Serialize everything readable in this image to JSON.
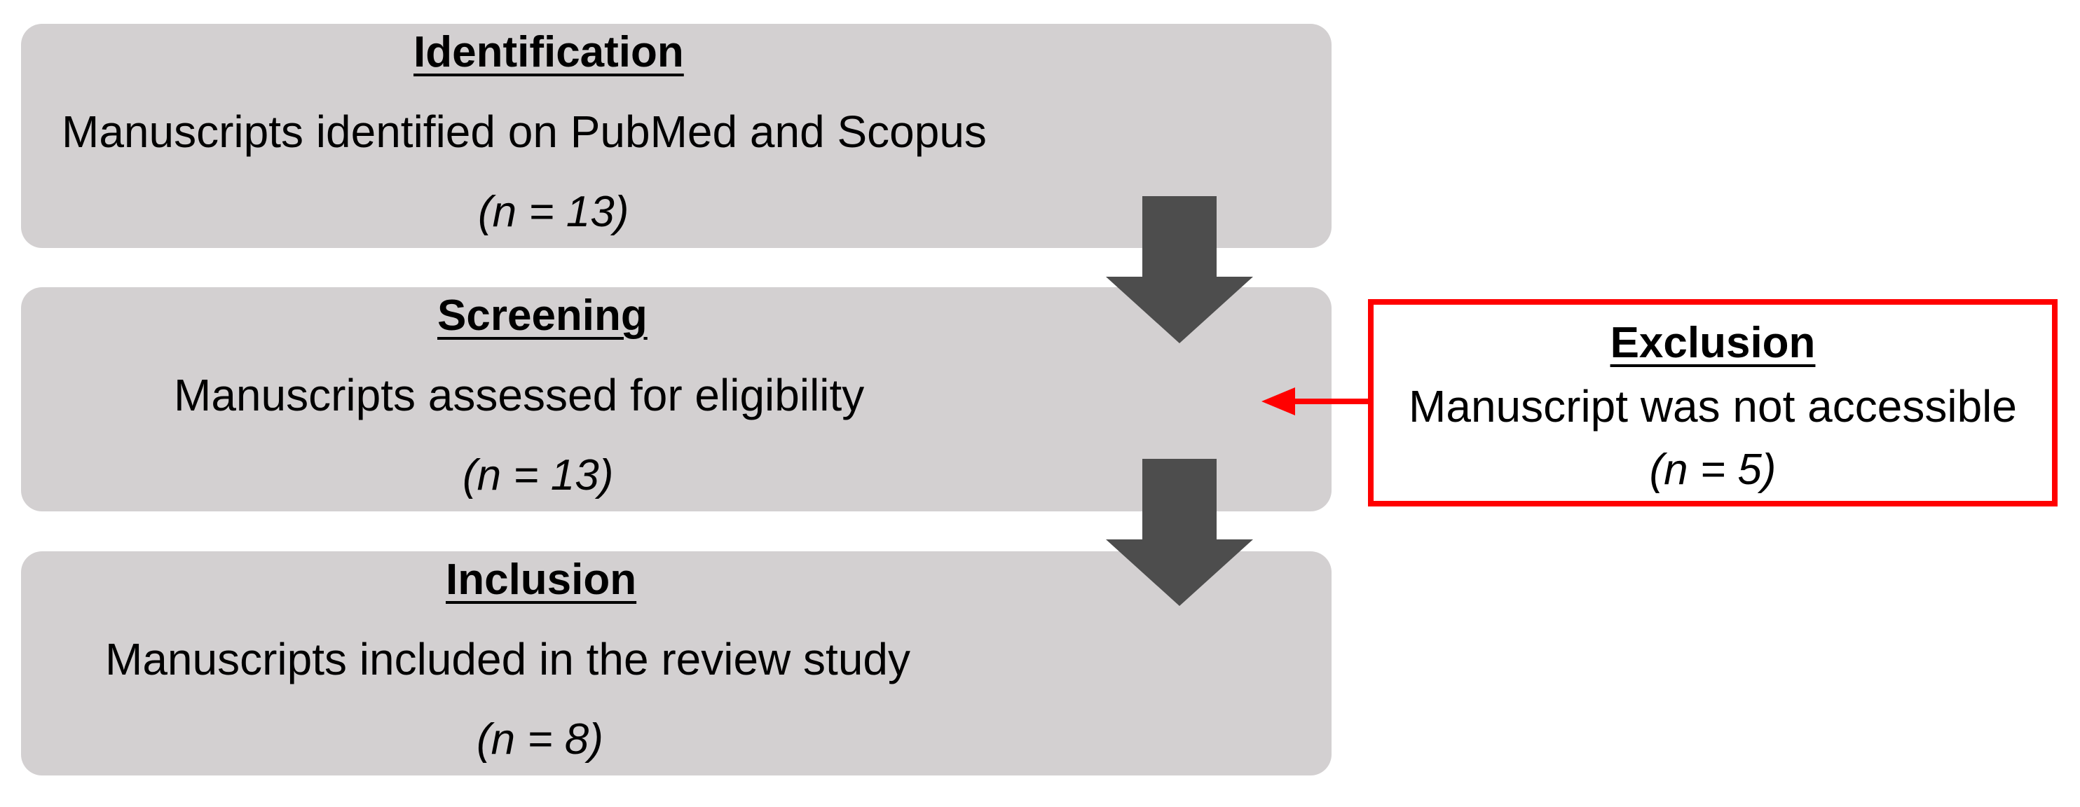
{
  "stages": [
    {
      "heading": "Identification",
      "description": "Manuscripts identified on PubMed and Scopus",
      "count": "(n = 13)"
    },
    {
      "heading": "Screening",
      "description": "Manuscripts assessed for eligibility",
      "count": "(n = 13)"
    },
    {
      "heading": "Inclusion",
      "description": "Manuscripts included in the review study",
      "count": "(n = 8)"
    }
  ],
  "exclusion": {
    "heading": "Exclusion",
    "description": "Manuscript was not accessible",
    "count": "(n = 5)"
  },
  "colors": {
    "stage_fill": "#d3d0d1",
    "arrow_fill": "#4d4d4d",
    "exclusion_accent": "#ff0000"
  }
}
